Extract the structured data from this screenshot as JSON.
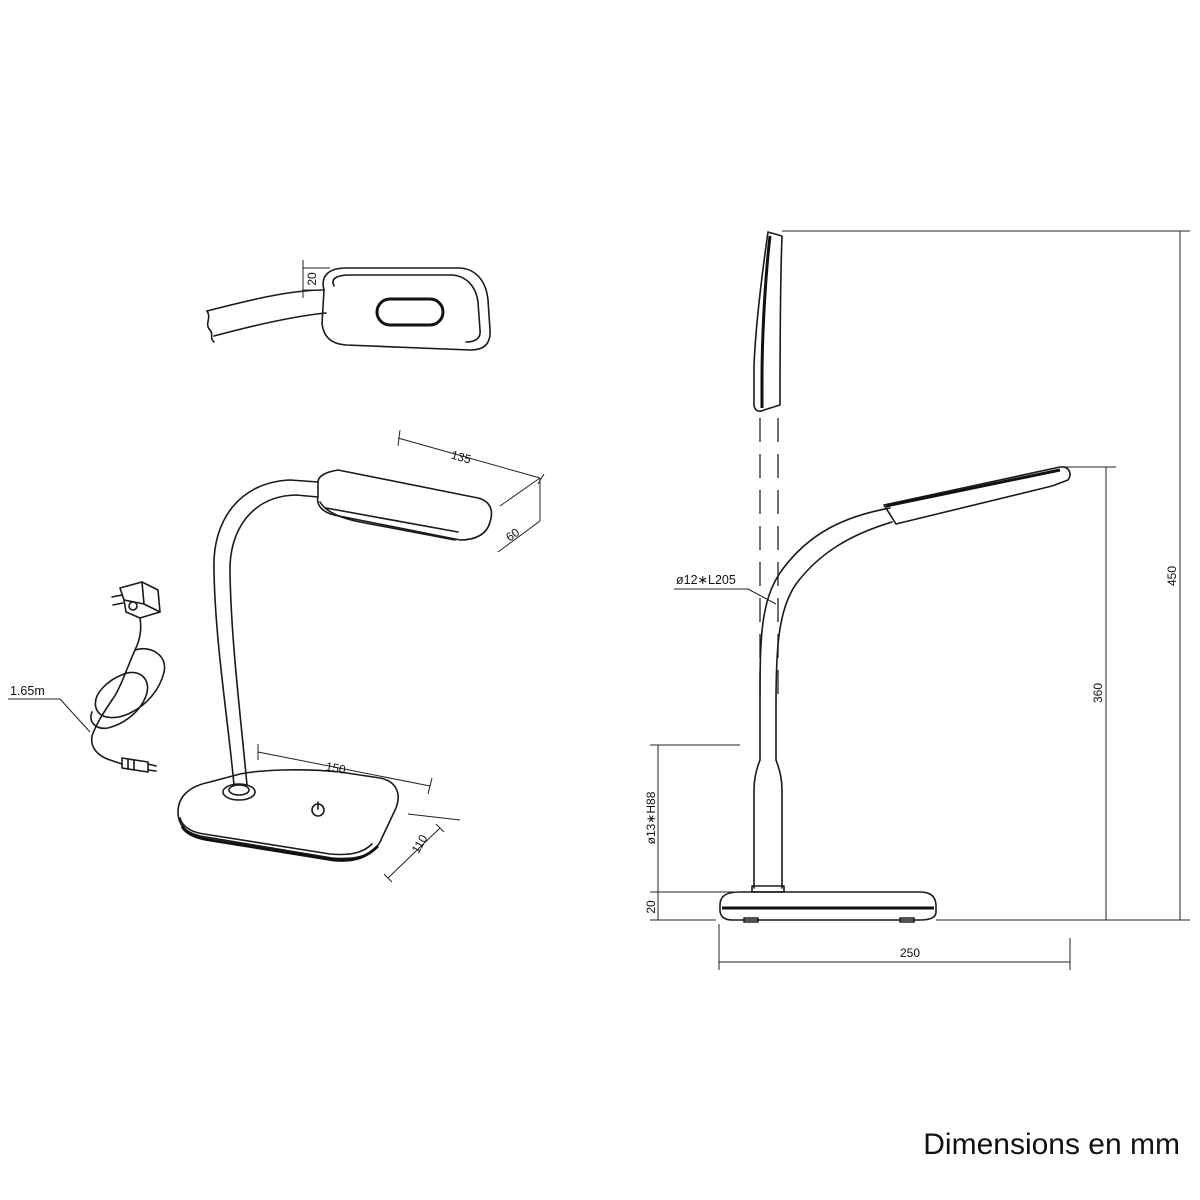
{
  "footer": {
    "caption": "Dimensions en mm"
  },
  "head_detail": {
    "thickness_label": "20"
  },
  "perspective_view": {
    "head_length_label": "135",
    "head_width_label": "60",
    "base_length_label": "150",
    "base_width_label": "110"
  },
  "adapter": {
    "cable_length_label": "1.65m"
  },
  "side_view": {
    "arm_label": "ø12∗L205",
    "lower_stem_label": "ø13∗H88",
    "base_height_label": "20",
    "arm_height_label": "360",
    "total_height_label": "450",
    "base_depth_label": "250"
  }
}
